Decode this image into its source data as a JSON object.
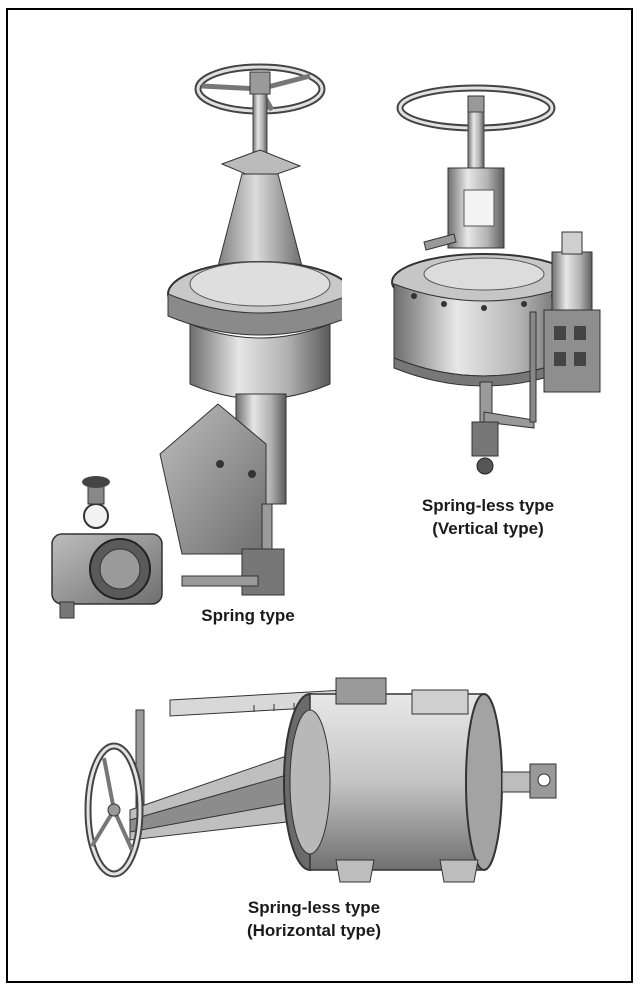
{
  "figure": {
    "spring_type": {
      "caption": "Spring type"
    },
    "springless_vertical": {
      "caption_line1": "Spring-less type",
      "caption_line2": "(Vertical type)"
    },
    "springless_horizontal": {
      "caption_line1": "Spring-less type",
      "caption_line2": "(Horizontal type)"
    }
  },
  "colors": {
    "border": "#000000",
    "metal_light": "#d9d9d9",
    "metal_mid": "#a6a6a6",
    "metal_dark": "#4d4d4d"
  }
}
